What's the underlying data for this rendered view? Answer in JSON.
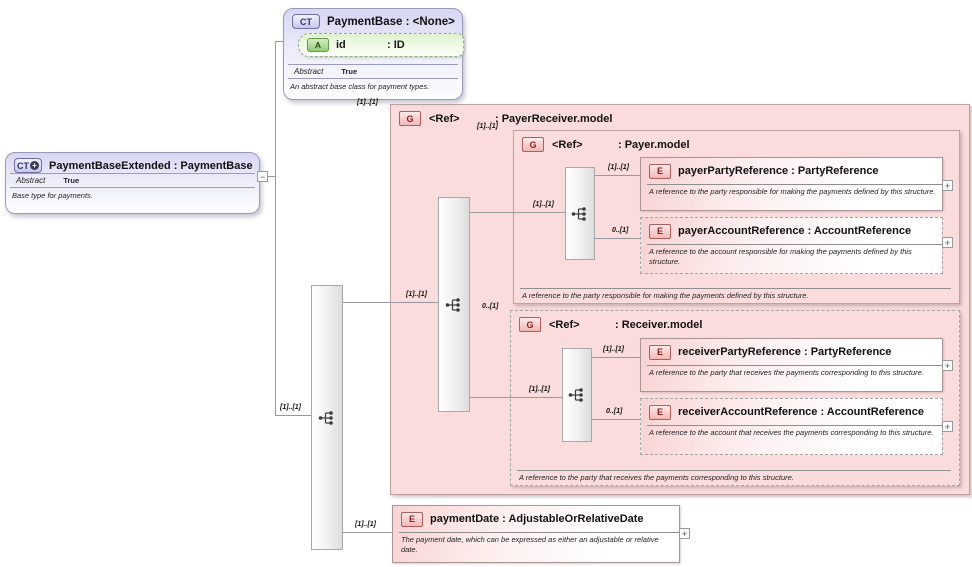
{
  "icons": {
    "expand": "+",
    "collapse": "−",
    "derived_plus": "+"
  },
  "colors": {
    "group_fill": "#fbdcdc",
    "type_fill": "#d6d6f3",
    "attribute_fill": "#dff2cf",
    "badge_red_border": "#b05f5f",
    "badge_blue_border": "#6e6ea2",
    "line": "#999999"
  },
  "payment_base": {
    "badge": "CT",
    "title": "PaymentBase : <None>",
    "attribute": {
      "badge": "A",
      "name": "id",
      "type": ": ID"
    },
    "abstract_label": "Abstract",
    "abstract_value": "True",
    "description": "An abstract base class for payment types."
  },
  "payment_base_extended": {
    "badge": "CT",
    "title": "PaymentBaseExtended : PaymentBase",
    "abstract_label": "Abstract",
    "abstract_value": "True",
    "description": "Base type for payments."
  },
  "root_sequence": {
    "cardinality": "[1]..[1]"
  },
  "payer_receiver_group": {
    "badge": "G",
    "ref": "<Ref>",
    "type": ": PayerReceiver.model",
    "cardinality": "[1]..[1]",
    "sequence_cardinality": "[1]..[1]"
  },
  "payer_group": {
    "badge": "G",
    "ref": "<Ref>",
    "type": ": Payer.model",
    "cardinality": "[1]..[1]",
    "sequence_cardinality": "[1]..[1]",
    "description": "A reference to the party responsible for making the payments defined by this structure."
  },
  "receiver_group": {
    "badge": "G",
    "ref": "<Ref>",
    "type": ": Receiver.model",
    "cardinality": "0..[1]",
    "sequence_cardinality": "[1]..[1]",
    "description": "A reference to the party that receives the payments corresponding to this structure."
  },
  "elements": {
    "payer_party_reference": {
      "badge": "E",
      "title": "payerPartyReference : PartyReference",
      "cardinality": "[1]..[1]",
      "description": "A reference to the party responsible for making the payments defined by this structure."
    },
    "payer_account_reference": {
      "badge": "E",
      "title": "payerAccountReference : AccountReference",
      "cardinality": "0..[1]",
      "description": "A reference to the account responsible for making the payments defined by this structure."
    },
    "receiver_party_reference": {
      "badge": "E",
      "title": "receiverPartyReference : PartyReference",
      "cardinality": "[1]..[1]",
      "description": "A reference to the party that receives the payments corresponding to this structure."
    },
    "receiver_account_reference": {
      "badge": "E",
      "title": "receiverAccountReference : AccountReference",
      "cardinality": "0..[1]",
      "description": "A reference to the account that receives the payments corresponding to this structure."
    },
    "payment_date": {
      "badge": "E",
      "title": "paymentDate : AdjustableOrRelativeDate",
      "cardinality": "[1]..[1]",
      "description": "The payment date, which can be expressed as either an adjustable or relative date."
    }
  }
}
